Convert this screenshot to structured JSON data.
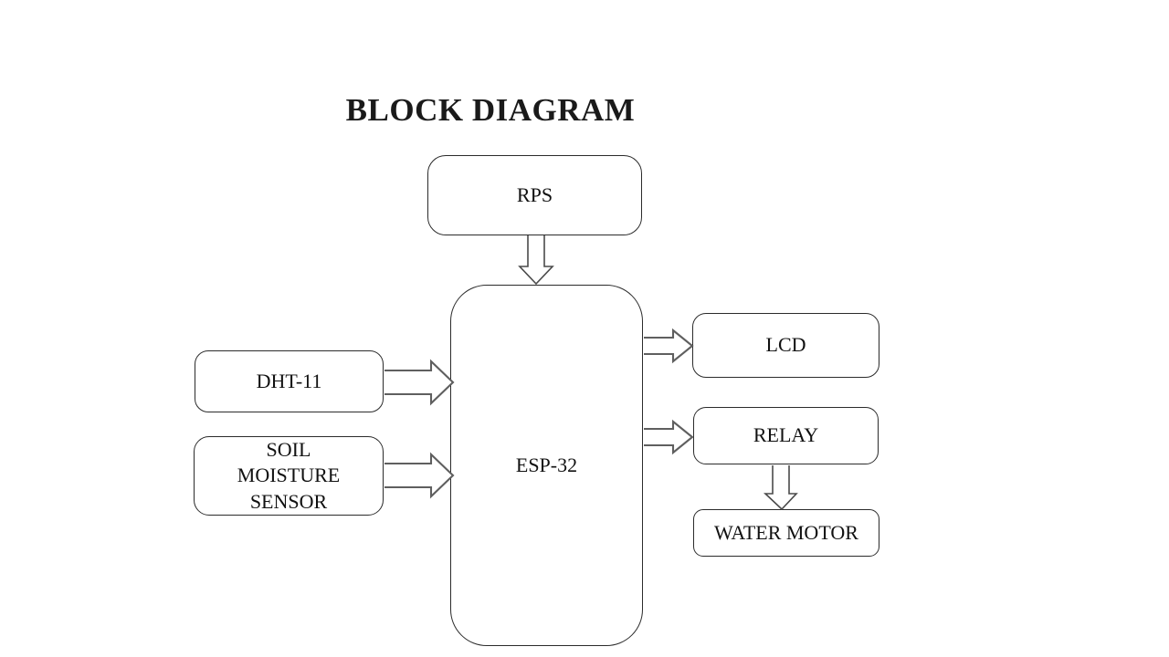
{
  "page": {
    "title": "BLOCK DIAGRAM"
  },
  "colors": {
    "background": "#ffffff",
    "box_border": "#2b2b2b",
    "box_fill": "#ffffff",
    "text": "#111111",
    "arrow_outline_vertical": "#4a4a4a",
    "arrow_outline_horizontal": "#5f5f5f",
    "arrow_fill": "#ffffff"
  },
  "diagram": {
    "type": "block-diagram",
    "nodes": [
      {
        "id": "rps",
        "label": "RPS"
      },
      {
        "id": "esp32",
        "label": "ESP-32"
      },
      {
        "id": "dht11",
        "label": "DHT-11"
      },
      {
        "id": "soil-moisture-sensor",
        "label": "SOIL\nMOISTURE\nSENSOR"
      },
      {
        "id": "lcd",
        "label": "LCD"
      },
      {
        "id": "relay",
        "label": "RELAY"
      },
      {
        "id": "water-motor",
        "label": "WATER MOTOR"
      }
    ],
    "edges": [
      {
        "from": "rps",
        "to": "esp32",
        "direction": "down"
      },
      {
        "from": "dht11",
        "to": "esp32",
        "direction": "right"
      },
      {
        "from": "soil-moisture-sensor",
        "to": "esp32",
        "direction": "right"
      },
      {
        "from": "esp32",
        "to": "lcd",
        "direction": "right"
      },
      {
        "from": "esp32",
        "to": "relay",
        "direction": "right"
      },
      {
        "from": "relay",
        "to": "water-motor",
        "direction": "down"
      }
    ]
  }
}
